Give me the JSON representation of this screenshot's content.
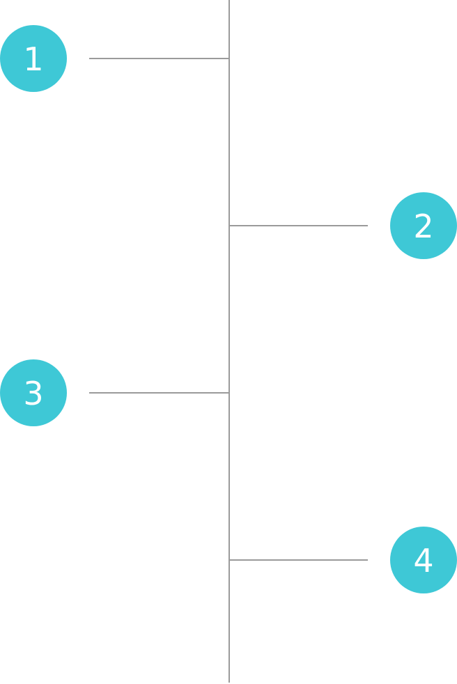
{
  "colors": {
    "marker_fill": "#3ec8d6",
    "marker_text": "#ffffff",
    "line": "#9a9a9a",
    "background": "#ffffff"
  },
  "timeline": {
    "steps": [
      {
        "label": "1",
        "side": "left"
      },
      {
        "label": "2",
        "side": "right"
      },
      {
        "label": "3",
        "side": "left"
      },
      {
        "label": "4",
        "side": "right"
      }
    ]
  }
}
